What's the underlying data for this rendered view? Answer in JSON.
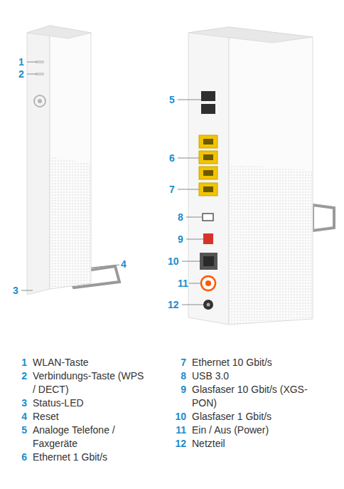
{
  "diagram": {
    "labels": [
      "1",
      "2",
      "3",
      "4",
      "5",
      "6",
      "7",
      "8",
      "9",
      "10",
      "11",
      "12",
      "1",
      "WLAN-Taste",
      "2",
      "Verbindungs-Taste (WPS / DECT)",
      "3",
      "Status-LED",
      "4",
      "Reset",
      "5",
      "Analoge Telefone / Faxgeräte",
      "6",
      "Ethernet 1 Gbit/s",
      "7",
      "Ethernet 10 Gbit/s",
      "8",
      "USB 3.0",
      "9",
      "Glasfaser 10 Gbit/s (XGS-PON)",
      "10",
      "Glasfaser 1 Gbit/s",
      "11",
      "Ein / Aus (Power)",
      "12",
      "Netzteil"
    ]
  }
}
